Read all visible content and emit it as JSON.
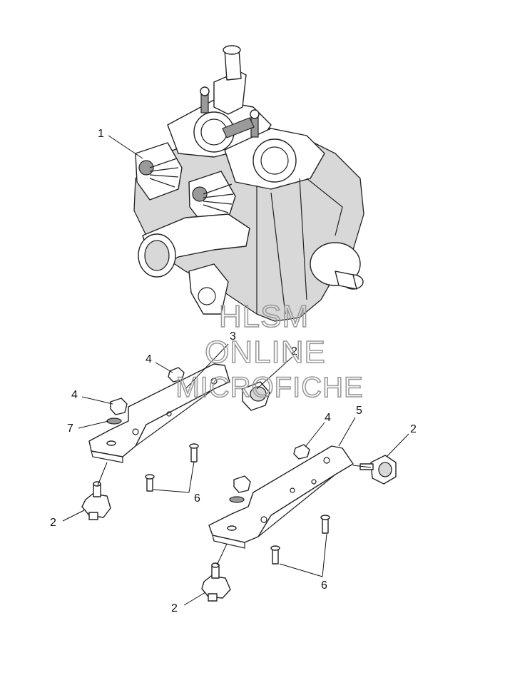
{
  "callouts": [
    {
      "id": "c1a",
      "text": "1"
    },
    {
      "id": "c3",
      "text": "3"
    },
    {
      "id": "c2a",
      "text": "2"
    },
    {
      "id": "c4a",
      "text": "4"
    },
    {
      "id": "c4b",
      "text": "4"
    },
    {
      "id": "c7",
      "text": "7"
    },
    {
      "id": "c2b",
      "text": "2"
    },
    {
      "id": "c6a",
      "text": "6"
    },
    {
      "id": "c4c",
      "text": "4"
    },
    {
      "id": "c5",
      "text": "5"
    },
    {
      "id": "c2c",
      "text": "2"
    },
    {
      "id": "c6b",
      "text": "6"
    },
    {
      "id": "c2d",
      "text": "2"
    }
  ],
  "watermark": {
    "line1": "HLSM",
    "line2": "ONLINE",
    "line3": "MICROFICHE",
    "color": "#9a9a9a"
  }
}
